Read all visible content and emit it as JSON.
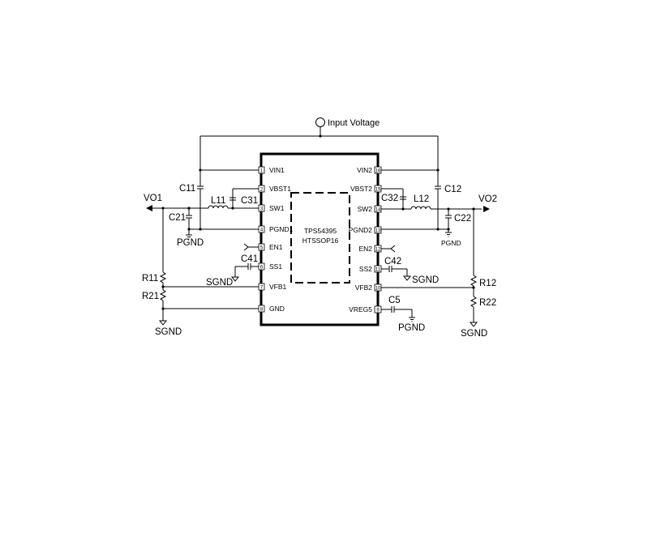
{
  "input": {
    "label": "Input Voltage"
  },
  "ic": {
    "part": "TPS54395",
    "package": "HTSSOP16"
  },
  "left_pins": [
    {
      "num": "1",
      "name": "VIN1"
    },
    {
      "num": "2",
      "name": "VBST1"
    },
    {
      "num": "3",
      "name": "SW1"
    },
    {
      "num": "4",
      "name": "PGND1"
    },
    {
      "num": "5",
      "name": "EN1"
    },
    {
      "num": "6",
      "name": "SS1"
    },
    {
      "num": "7",
      "name": "VFB1"
    },
    {
      "num": "8",
      "name": "GND"
    }
  ],
  "right_pins": [
    {
      "num": "16",
      "name": "VIN2"
    },
    {
      "num": "15",
      "name": "VBST2"
    },
    {
      "num": "14",
      "name": "SW2"
    },
    {
      "num": "13",
      "name": "PGND2"
    },
    {
      "num": "12",
      "name": "EN2"
    },
    {
      "num": "11",
      "name": "SS2"
    },
    {
      "num": "10",
      "name": "VFB2"
    },
    {
      "num": "9",
      "name": "VREG5"
    }
  ],
  "components": {
    "c11": "C11",
    "c12": "C12",
    "c21": "C21",
    "c22": "C22",
    "c31": "C31",
    "c32": "C32",
    "c41": "C41",
    "c42": "C42",
    "c5": "C5",
    "l11": "L11",
    "l12": "L12",
    "r11": "R11",
    "r21": "R21",
    "r12": "R12",
    "r22": "R22"
  },
  "nets": {
    "vo1": "VO1",
    "vo2": "VO2",
    "pgnd": "PGND",
    "sgnd": "SGND"
  }
}
